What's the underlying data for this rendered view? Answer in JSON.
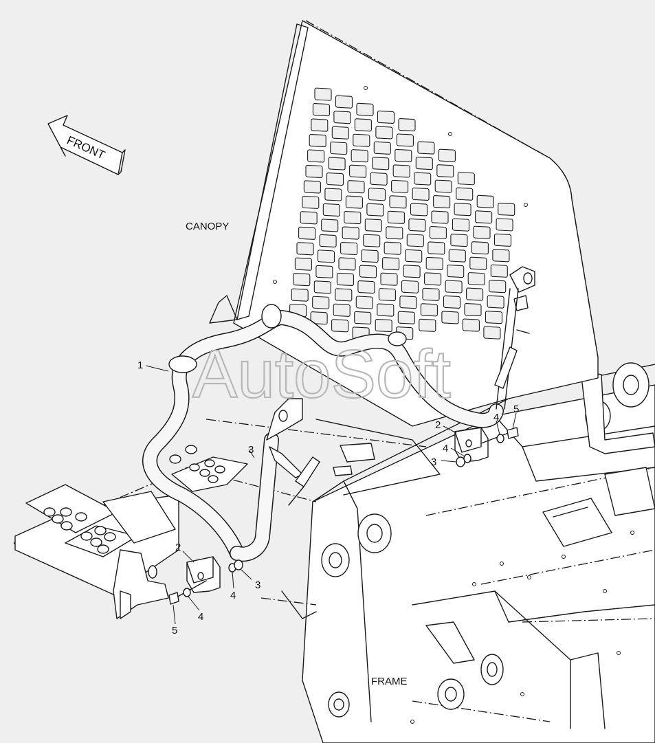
{
  "labels": {
    "front": "FRONT",
    "canopy": "CANOPY",
    "frame": "FRAME",
    "watermark": "AutoSoft"
  },
  "callouts": {
    "c1": "1",
    "c2a": "2",
    "c2b": "2",
    "c3a": "3",
    "c3b": "3",
    "c3c": "3",
    "c4a": "4",
    "c4b": "4",
    "c4c": "4",
    "c4d": "4",
    "c5a": "5",
    "c5b": "5"
  },
  "colors": {
    "background": "#efefef",
    "line": "#1a1a1a",
    "watermark": "#b8b8b8"
  }
}
